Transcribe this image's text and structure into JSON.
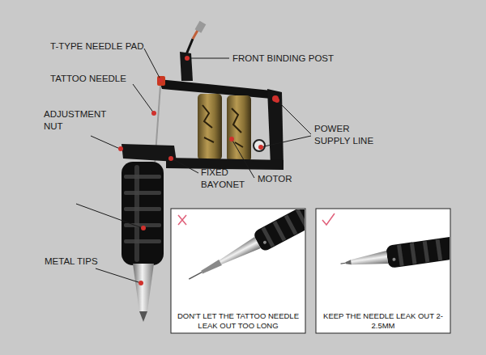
{
  "diagram": {
    "nodes": [
      {
        "text": [
          "DON'T LET THE TATTOO NEEDLE LEAK OUT TOO LONG"
        ]
      },
      {
        "text": [
          "KEEP THE NEEDLE LEAK OUT 2-2.5MM"
        ]
      }
    ],
    "labels": [
      "T-TYPE NEEDLE PAD",
      "FRONT BINDING POST",
      "TATTOO NEEDLE",
      "ADJUSTMENT NUT",
      "POWER SUPPLY LINE",
      "FIXED BAYONET",
      "MOTOR",
      "METAL TIPS"
    ]
  }
}
